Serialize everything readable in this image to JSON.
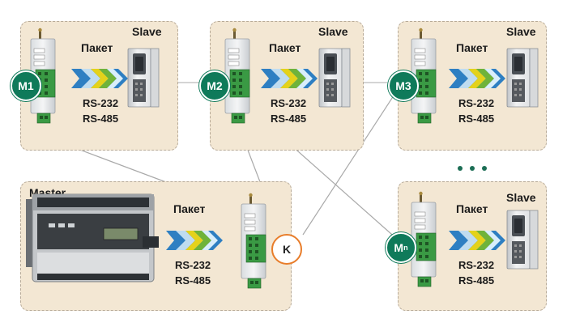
{
  "panels": {
    "m1": {
      "top_label": "Slave",
      "packet": "Пакет",
      "iface1": "RS-232",
      "iface2": "RS-485"
    },
    "m2": {
      "top_label": "Slave",
      "packet": "Пакет",
      "iface1": "RS-232",
      "iface2": "RS-485"
    },
    "m3": {
      "top_label": "Slave",
      "packet": "Пакет",
      "iface1": "RS-232",
      "iface2": "RS-485"
    },
    "mn": {
      "top_label": "Slave",
      "packet": "Пакет",
      "iface1": "RS-232",
      "iface2": "RS-485"
    },
    "master": {
      "top_label": "Master",
      "packet": "Пакет",
      "iface1": "RS-232",
      "iface2": "RS-485"
    }
  },
  "nodes": {
    "m1": "M1",
    "m2": "M2",
    "m3": "M3",
    "mn_base": "M",
    "mn_sub": "n",
    "k": "K"
  },
  "colors": {
    "panel_bg": "#f3e7d3",
    "node_green": "#0f7a5a",
    "node_k_border": "#e87d2a",
    "arrow_blue": "#2e7fc2",
    "arrow_yellow": "#e4d21b",
    "arrow_green": "#6fb33a"
  },
  "icons": {
    "modem": "din-rail-modem-icon",
    "device": "serial-device-icon",
    "controller": "plc-controller-icon",
    "packet_arrow": "packet-arrow-icon"
  }
}
